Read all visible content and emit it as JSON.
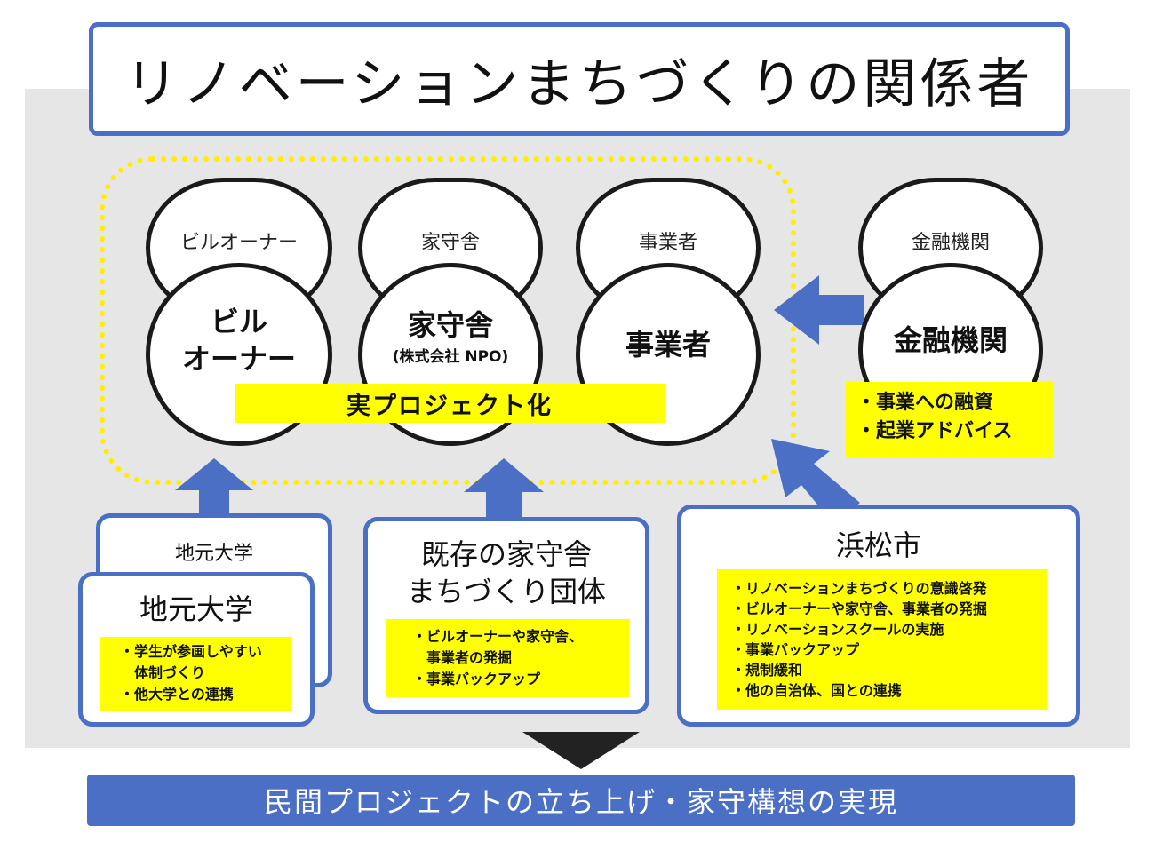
{
  "title": "リノベーションまちづくりの関係者",
  "circles": {
    "building_owner": {
      "back_label": "ビルオーナー",
      "front_line1": "ビル",
      "front_line2": "オーナー"
    },
    "yamori": {
      "back_label": "家守舎",
      "front_label": "家守舎",
      "front_sub": "(株式会社 NPO)"
    },
    "business": {
      "back_label": "事業者",
      "front_label": "事業者"
    },
    "finance": {
      "back_label": "金融機関",
      "front_label": "金融機関"
    }
  },
  "project_banner": "実プロジェクト化",
  "finance_notes": [
    "・事業への融資",
    "・起業アドバイス"
  ],
  "university": {
    "back_title": "地元大学",
    "front_title": "地元大学",
    "notes": [
      "・学生が参画しやすい",
      "　体制づくり",
      "・他大学との連携"
    ]
  },
  "existing": {
    "title_line1": "既存の家守舎",
    "title_line2": "まちづくり団体",
    "notes": [
      "・ビルオーナーや家守舎、",
      "　事業者の発掘",
      "・事業バックアップ"
    ]
  },
  "city": {
    "title": "浜松市",
    "notes": [
      "・リノベーションまちづくりの意識啓発",
      "・ビルオーナーや家守舎、事業者の発掘",
      "・リノベーションスクールの実施",
      "・事業バックアップ",
      "・規制緩和",
      "・他の自治体、国との連携"
    ]
  },
  "bottom_banner": "民間プロジェクトの立ち上げ・家守構想の実現",
  "colors": {
    "accent": "#4a6fc4",
    "highlight": "#ffff00",
    "background": "#e6e6e6",
    "dotted": "#ffee00"
  }
}
